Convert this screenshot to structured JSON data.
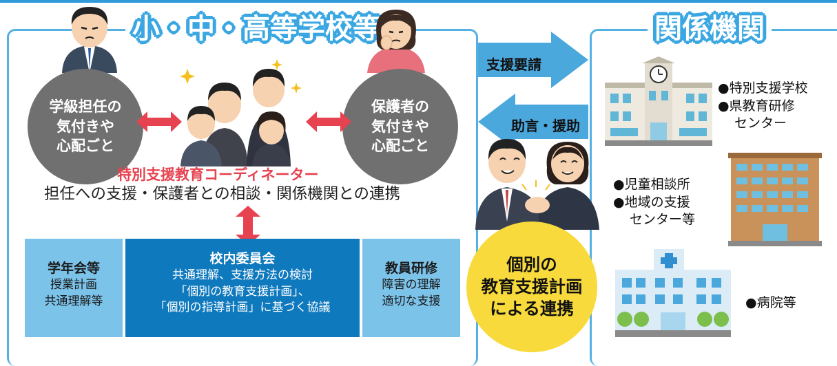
{
  "titles": {
    "left": "小・中・高等学校等",
    "right": "関係機関"
  },
  "concerns": {
    "teacher": [
      "学級担任の",
      "気付きや",
      "心配ごと"
    ],
    "parent": [
      "保護者の",
      "気付きや",
      "心配ごと"
    ]
  },
  "coordinator": {
    "title": "特別支援教育コーディネーター",
    "roles": "担任への支援・保護者との相談・関係機関との連携"
  },
  "boxes": {
    "grade": {
      "heading": "学年会等",
      "lines": [
        "授業計画",
        "共通理解等"
      ]
    },
    "committee": {
      "heading": "校内委員会",
      "lines": [
        "共通理解、支援方法の検討",
        "「個別の教育支援計画」、",
        "「個別の指導計画」に基づく協議"
      ]
    },
    "training": {
      "heading": "教員研修",
      "lines": [
        "障害の理解",
        "適切な支援"
      ]
    }
  },
  "arrows": {
    "request": "支援要請",
    "advice": "助言・援助"
  },
  "plan": [
    "個別の",
    "教育支援計画",
    "による連携"
  ],
  "agencies": {
    "group1": [
      "●特別支援学校",
      "●県教育研修",
      "センター"
    ],
    "group2": [
      "●児童相談所",
      "●地域の支援",
      "センター等"
    ],
    "group3": [
      "●病院等"
    ]
  },
  "colors": {
    "frame": "#54b0e3",
    "title_stroke": "#3aa7e2",
    "circle": "#707070",
    "red": "#e7424f",
    "box_light": "#7cc3ea",
    "box_dark": "#0f79be",
    "arrow_blue": "#4aa8dd",
    "yellow": "#f8da3c"
  }
}
